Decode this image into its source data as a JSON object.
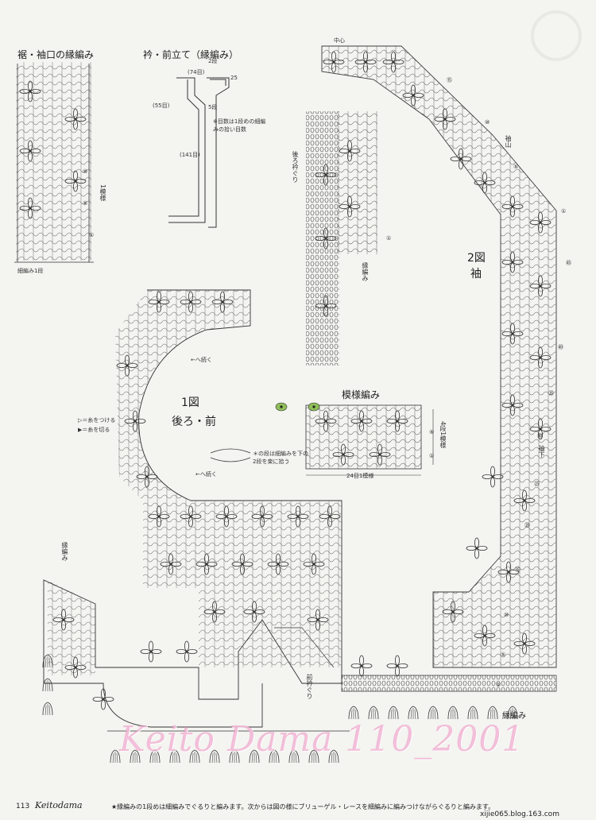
{
  "labels": {
    "hem_sleeve_edge": "裾・袖口の縁編み",
    "collar": "衿・前立て（縁編み）",
    "collar_count": "(74目)",
    "collar_row": "2段",
    "collar_val1": "25",
    "collar_side": "(55目)",
    "collar_side2": "5段",
    "collar_long": "(141目)",
    "collar_note": "※目数は1段めの細編みの拾い目数",
    "pattern_repeat": "1模様",
    "edge_row1": "細編み1段",
    "fig1_num": "1図",
    "fig1_name": "後ろ・前",
    "fig2_num": "2図",
    "fig2_name": "袖",
    "sleeve_cap": "袖山",
    "sleeve_under": "袖下",
    "back_collar": "後ろ衿ぐり",
    "front_collar": "前衿ぐり",
    "pattern_title": "模様編み",
    "pattern_h": "4段1模様",
    "pattern_w": "24目1模様",
    "edge_label": "縁編み",
    "center_label": "中心",
    "legend1": "▷＝糸をつける",
    "legend2": "▶＝糸を切る",
    "note_star": "＊の段は細編みを下の2段を束に拾う",
    "to_side1": "←へ続く",
    "to_side2": "←へ続く"
  },
  "footer": {
    "page": "113",
    "brand": "Keitodama",
    "text": "★縁編みの1段めは細編みでぐるりと編みます。次からは図の様にブリューゲル・レースを細編みに編みつけながらぐるりと編みます。",
    "url": "xijie065.blog.163.com"
  },
  "watermark": "Keito Dama 110_2001",
  "row_numbers": [
    "①",
    "⑤",
    "⑩",
    "⑮",
    "⑳",
    "㉕",
    "㉚",
    "㉟",
    "㊵",
    "㊺"
  ]
}
